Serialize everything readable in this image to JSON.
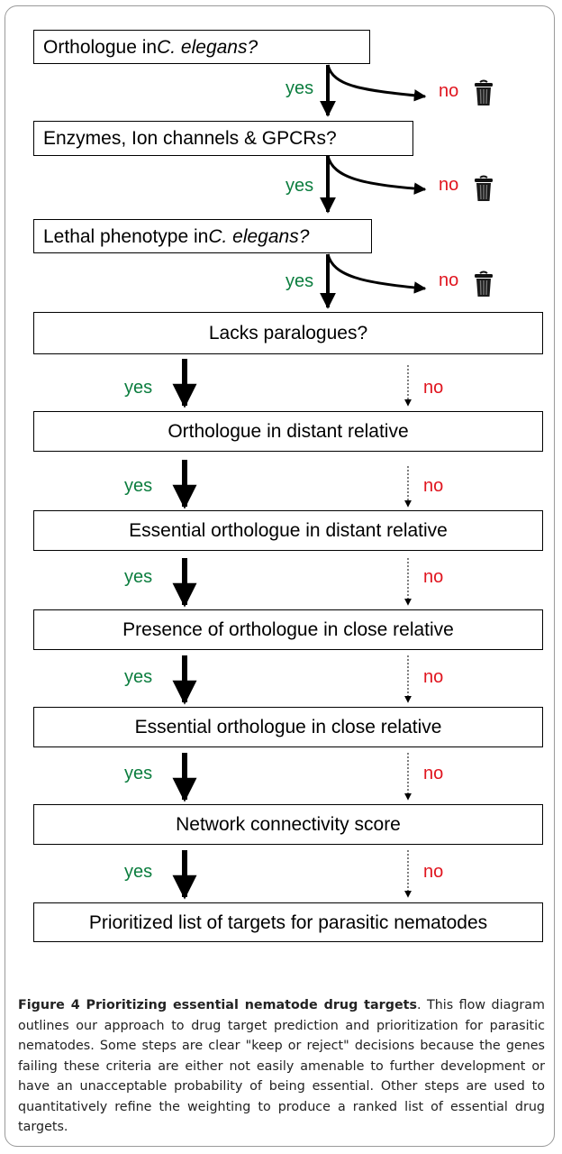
{
  "boxes": {
    "q1_pre": "Orthologue in ",
    "q1_it": "C. elegans?",
    "q2": "Enzymes, Ion channels & GPCRs?",
    "q3_pre": "Lethal phenotype in ",
    "q3_it": "C. elegans?",
    "s1": "Lacks paralogues?",
    "s2": "Orthologue in distant relative",
    "s3": "Essential orthologue in distant relative",
    "s4": "Presence of orthologue in close relative",
    "s5": "Essential orthologue in close relative",
    "s6": "Network connectivity score",
    "final": "Prioritized list of targets for parasitic nematodes"
  },
  "labels": {
    "yes": "yes",
    "no": "no"
  },
  "icons": {
    "reject": "trash-bin-icon"
  },
  "colors": {
    "yes": "#0b7d3e",
    "no": "#e0141e"
  },
  "caption": {
    "title": "Figure 4 Prioritizing essential nematode drug targets",
    "body": ". This flow diagram outlines our approach to drug target prediction and prioritization for parasitic nematodes. Some steps are clear \"keep or reject\" decisions because the genes failing these criteria are either not easily amenable to further development or have an unacceptable probability of being essential. Other steps are used to quantitatively refine the weighting to produce a ranked list of essential drug targets."
  }
}
